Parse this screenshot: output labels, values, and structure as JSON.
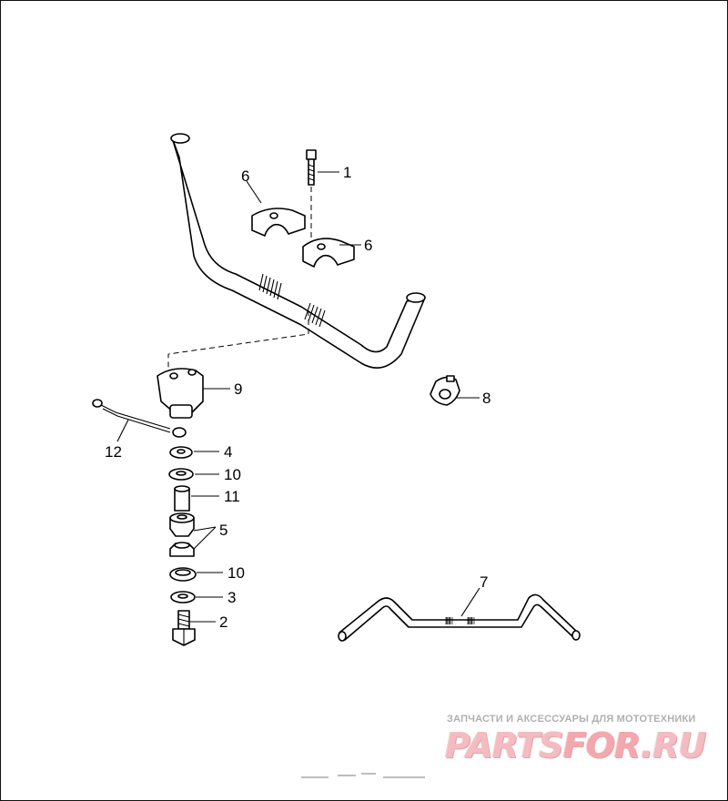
{
  "callouts": {
    "c1": "1",
    "c2": "2",
    "c3": "3",
    "c4": "4",
    "c5": "5",
    "c6a": "6",
    "c6b": "6",
    "c7": "7",
    "c8": "8",
    "c9": "9",
    "c10a": "10",
    "c10b": "10",
    "c11": "11",
    "c12": "12"
  },
  "watermark": {
    "tagline": "ЗАПЧАСТИ И АКСЕССУАРЫ ДЛЯ МОТОТЕХНИКИ",
    "logo_main": "PARTS",
    "logo_accent": "FOR",
    "logo_tail": ".RU"
  },
  "colors": {
    "ink": "#000000",
    "watermark": "#f2bcc0"
  }
}
